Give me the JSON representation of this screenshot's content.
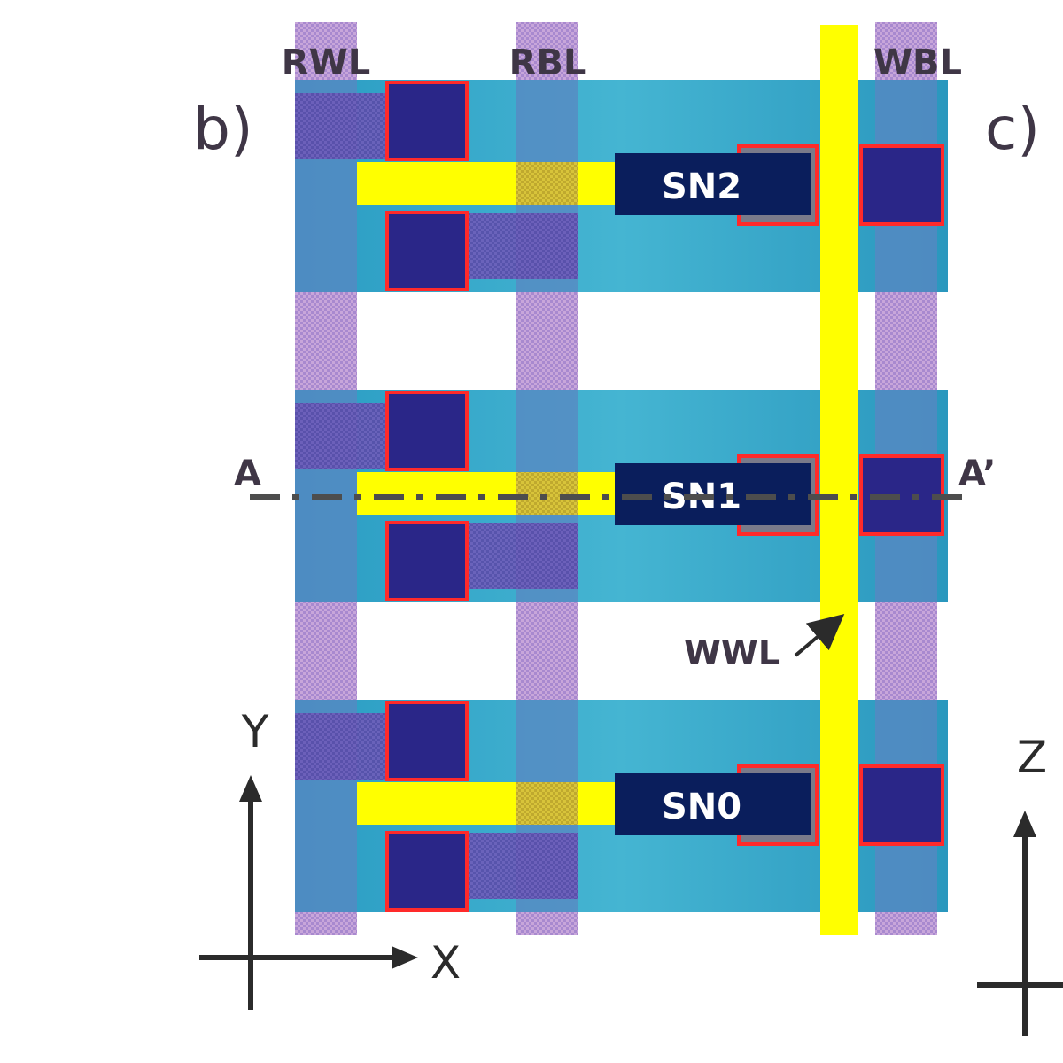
{
  "panel_labels": {
    "b": "b)",
    "c": "c)"
  },
  "lines": {
    "rwl": "RWL",
    "rbl": "RBL",
    "wbl": "WBL",
    "wwl": "WWL"
  },
  "storage_nodes": [
    "SN2",
    "SN1",
    "SN0"
  ],
  "section": {
    "start": "A",
    "end": "A’"
  },
  "axes_b": {
    "x": "X",
    "y": "Y"
  },
  "axes_c": {
    "z": "Z"
  },
  "colors": {
    "active": "#1c8fb8",
    "active_light": "#3db0cf",
    "line_fill": "#c9a8dc",
    "line_stripe": "#9b7fc6",
    "overlap": "#6d58b8",
    "gate": "#ffff00",
    "node": "#0a1e5c",
    "contact": "#2a2688",
    "contact_border": "#ff2a2a",
    "section_line": "#4d4d4d",
    "text_dark": "#3f3646"
  }
}
